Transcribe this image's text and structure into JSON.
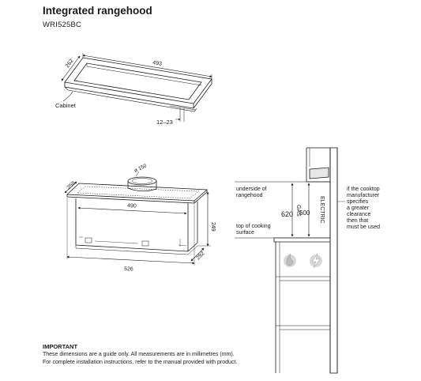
{
  "header": {
    "title": "Integrated rangehood",
    "model": "WRI525BC"
  },
  "cutout_diagram": {
    "width_label": "493",
    "depth_label": "262",
    "cabinet_label": "Cabinet",
    "thickness_label": "12–23"
  },
  "unit_diagram": {
    "depth_label": "258",
    "inner_width_label": "490",
    "outer_width_label": "526",
    "height_label": "249",
    "front_depth_label": "292",
    "duct_label": "ø 150"
  },
  "clearance_diagram": {
    "underside_label": [
      "underside of",
      "rangehood"
    ],
    "cooktop_label": [
      "top of cooking",
      "surface"
    ],
    "gas_label": "GAS",
    "gas_value": "620",
    "electric_label": "ELECTRIC",
    "electric_value": "600",
    "note_label": [
      "if the cooktop",
      "manufacturer",
      "specifies",
      "a greater",
      "clearance",
      "then that",
      "must be used"
    ]
  },
  "footer": {
    "heading": "IMPORTANT",
    "line1": "These dimensions are a guide only. All measurements are in millimetres (mm).",
    "line2": "For complete installation instructions, refer to the manual provided with product."
  }
}
